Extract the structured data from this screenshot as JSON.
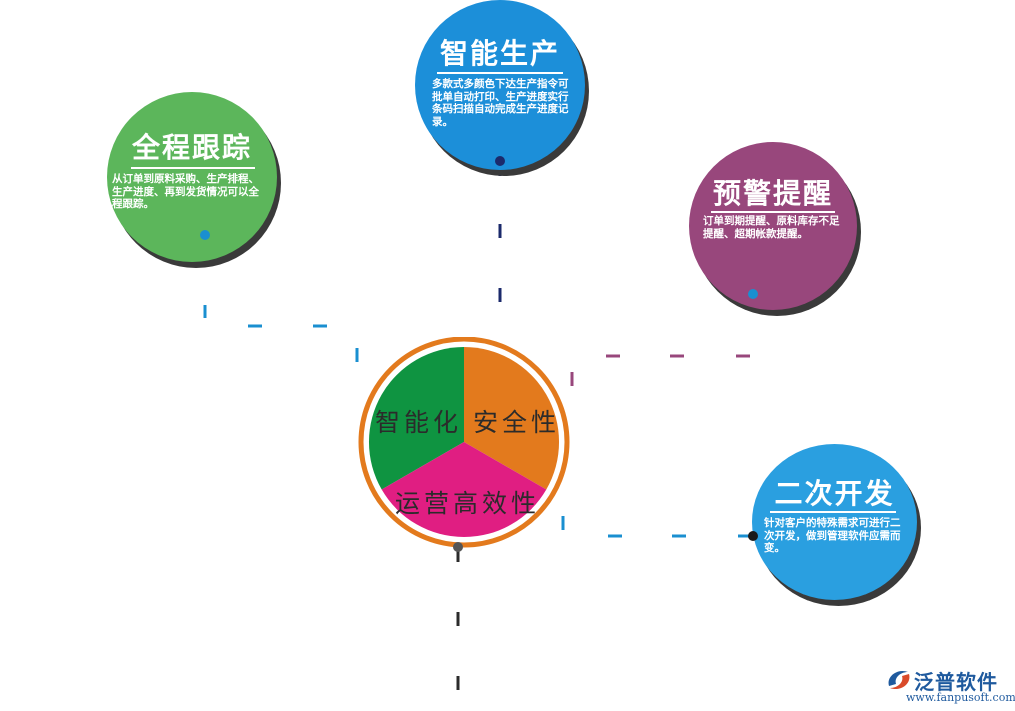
{
  "features": [
    {
      "id": "tracking",
      "title": "全程跟踪",
      "desc": "从订单到原料采购、生产排程、生产进度、再到发货情况可以全程跟踪。",
      "color": "#5cb65b"
    },
    {
      "id": "production",
      "title": "智能生产",
      "desc": "多款式多颜色下达生产指令可批单自动打印、生产进度实行条码扫描自动完成生产进度记录。",
      "color": "#1c8fd9"
    },
    {
      "id": "warning",
      "title": "预警提醒",
      "desc": "订单到期提醒、原料库存不足提醒、超期帐款提醒。",
      "color": "#98477c"
    },
    {
      "id": "development",
      "title": "二次开发",
      "desc": "针对客户的特殊需求可进行二次开发，做到管理软件应需而变。",
      "color": "#2a9fe0"
    }
  ],
  "center": {
    "segments": [
      {
        "label": "智能化",
        "color": "#0f9441"
      },
      {
        "label": "安全性",
        "color": "#e37a1d"
      },
      {
        "label": "运营高效性",
        "color": "#e01e82"
      }
    ],
    "ring_color": "#e37a1d"
  },
  "logo": {
    "name": "泛普软件",
    "url": "www.fanpusoft.com",
    "color": "#1f5a9e"
  },
  "colors": {
    "line_green": "#1a8fd0",
    "line_navy": "#1b2a6b",
    "line_purple": "#98477c",
    "line_blue": "#1a8fd0",
    "line_dark": "#2b2b2b"
  }
}
